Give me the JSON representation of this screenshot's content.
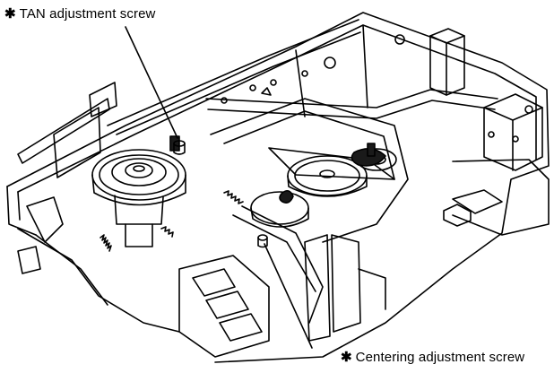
{
  "labels": {
    "tan": {
      "marker": "✱",
      "text": "TAN adjustment screw"
    },
    "centering": {
      "marker": "✱",
      "text": "Centering adjustment screw"
    }
  },
  "illustration": {
    "subject": "cd-mechanism-line-drawing",
    "stroke_color": "#000000",
    "fill_color": "#ffffff",
    "shade_color": "#1a1a1a"
  }
}
